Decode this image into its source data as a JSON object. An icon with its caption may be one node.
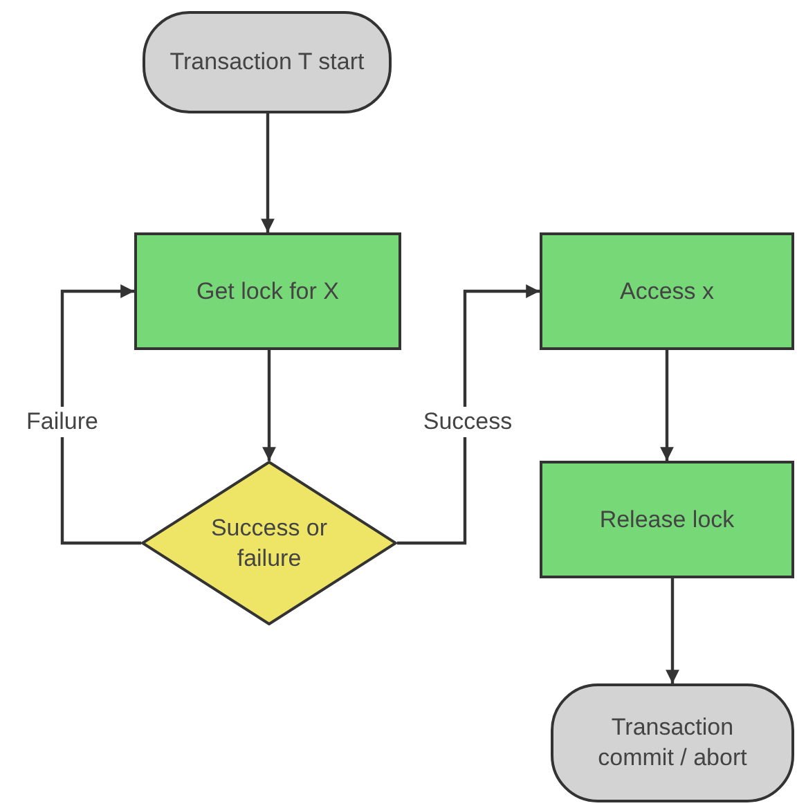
{
  "diagram": {
    "nodes": [
      {
        "text": [
          "Transaction T start"
        ]
      },
      {
        "text": [
          "Get lock for X"
        ]
      },
      {
        "text": [
          "Success or failure"
        ]
      },
      {
        "text": [
          "Access x"
        ]
      },
      {
        "text": [
          "Release lock"
        ]
      },
      {
        "text": [
          "Transaction commit / abort"
        ]
      }
    ],
    "edges": [
      {
        "from": 0,
        "to": 1,
        "arrow": "to"
      },
      {
        "from": 1,
        "to": 2,
        "arrow": "to"
      },
      {
        "from": 2,
        "to": 1,
        "arrow": "to",
        "label": "Failure"
      },
      {
        "from": 2,
        "to": 3,
        "arrow": "to",
        "label": "Success"
      },
      {
        "from": 3,
        "to": 4,
        "arrow": "to"
      },
      {
        "from": 4,
        "to": 5,
        "arrow": "to"
      }
    ]
  }
}
